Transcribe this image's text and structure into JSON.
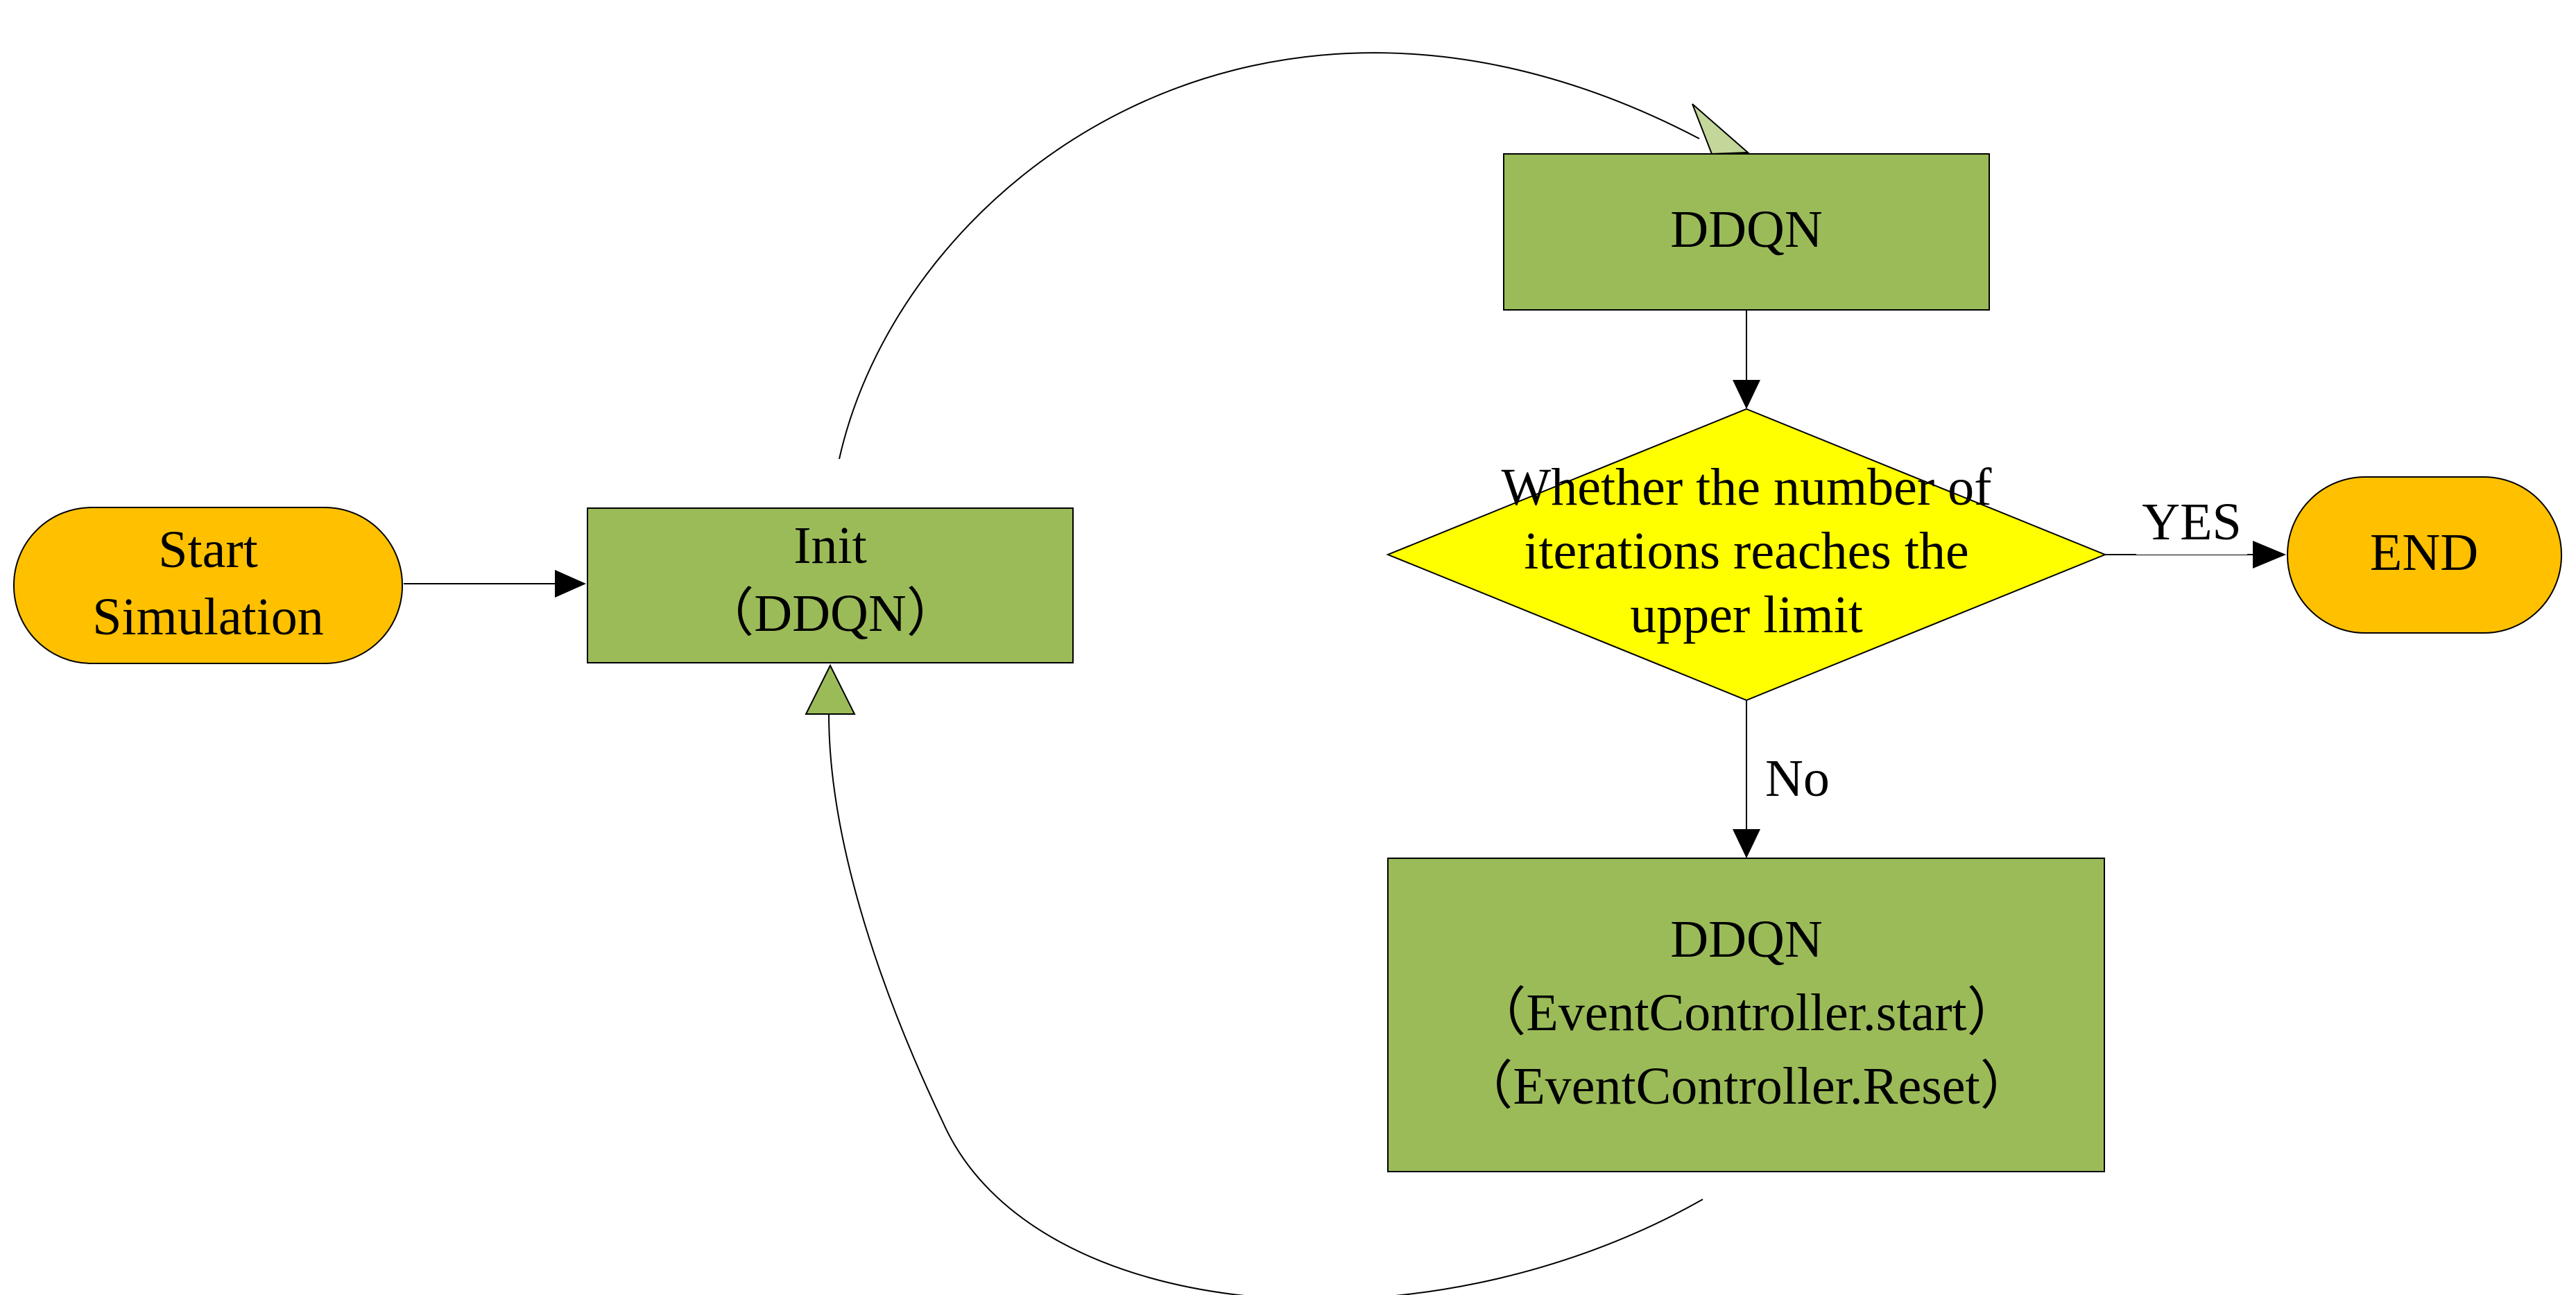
{
  "colors": {
    "terminal_fill": "#FFC000",
    "process_fill": "#9BBB59",
    "decision_fill": "#FFFF00",
    "line": "#000000",
    "loop_arrowhead_fill": "#C4D79B"
  },
  "nodes": {
    "start": {
      "line1": "Start",
      "line2": "Simulation"
    },
    "init": {
      "line1": "Init",
      "line2": "（DDQN）"
    },
    "ddqn_top": {
      "label": "DDQN"
    },
    "decision": {
      "line1": "Whether the number of",
      "line2": "iterations reaches the",
      "line3": "upper limit"
    },
    "end": {
      "label": "END"
    },
    "ddqn_bottom": {
      "line1": "DDQN",
      "line2": "（EventController.start）",
      "line3": "（EventController.Reset）"
    }
  },
  "edges": {
    "yes_label": "YES",
    "no_label": "No"
  }
}
